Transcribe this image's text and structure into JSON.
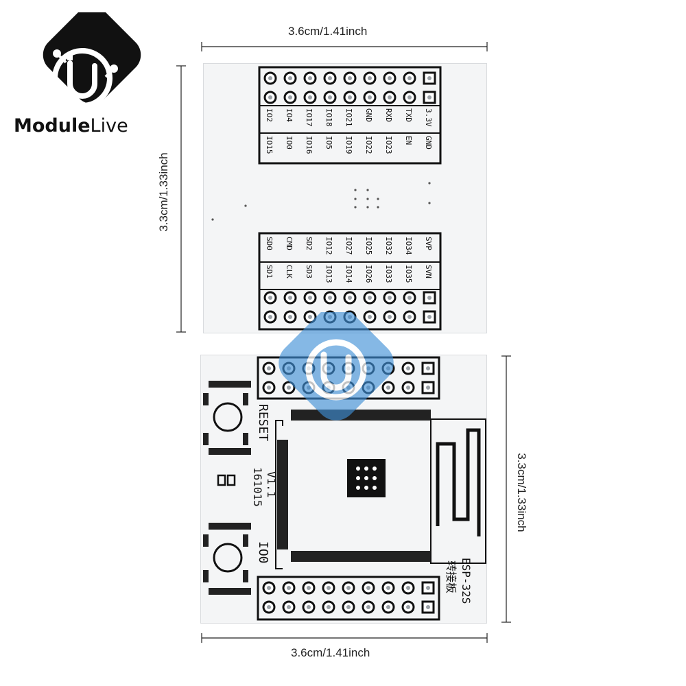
{
  "brand": {
    "name_bold": "Module",
    "name_light": "Live",
    "icon": "circuit-u-logo-icon",
    "color": "#111111"
  },
  "dimensions": {
    "top_width": "3.6cm/1.41inch",
    "top_height": "3.3cm/1.33inch",
    "bottom_width": "3.6cm/1.41inch",
    "bottom_height": "3.3cm/1.33inch"
  },
  "top_board": {
    "row1": [
      "IO2",
      "IO4",
      "IO17",
      "IO18",
      "IO21",
      "GND",
      "RXD",
      "TXD",
      "3.3V"
    ],
    "row2": [
      "IO15",
      "IO0",
      "IO16",
      "IO5",
      "IO19",
      "IO22",
      "IO23",
      "EN",
      "GND"
    ],
    "row3": [
      "SD0",
      "CMD",
      "SD2",
      "IO12",
      "IO27",
      "IO25",
      "IO32",
      "IO34",
      "SVP"
    ],
    "row4": [
      "SD1",
      "CLK",
      "SD3",
      "IO13",
      "IO14",
      "IO26",
      "IO33",
      "IO35",
      "SVN"
    ]
  },
  "bottom_board": {
    "reset_label": "RESET",
    "io0_label": "IO0",
    "version": "V1.1",
    "date_code": "161015",
    "module_label": "ESP-32S",
    "adapter_label": "转接板"
  },
  "colors": {
    "board": "#f4f5f6",
    "board_edge": "#d9dbde",
    "watermark": "#3f8fd6",
    "silkscreen": "#111111"
  }
}
